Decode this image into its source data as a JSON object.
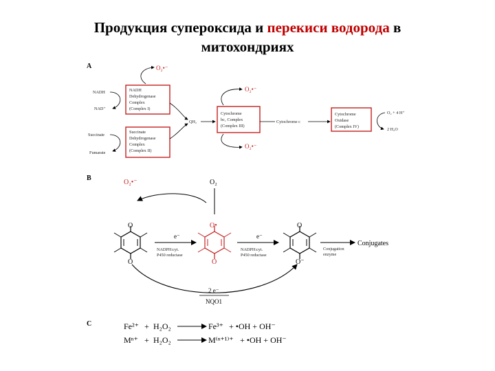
{
  "title": {
    "part1": "Продукция супероксида и ",
    "part2_red": "перекиси водорода",
    "part3": " в",
    "line2": "митохондриях"
  },
  "colors": {
    "red": "#c41e1e",
    "black": "#000000"
  },
  "panel_a": {
    "label": "A",
    "superoxide": "O₂•⁻",
    "nadh": "NADH",
    "nad": "NAD⁺",
    "succinate": "Succinate",
    "fumarate": "Fumarate",
    "complex1": [
      "NADH",
      "Dehydrogenase",
      "Complex",
      "(Complex I)"
    ],
    "complex2": [
      "Succinate",
      "Dehydrogenase",
      "Complex",
      "(Complex II)"
    ],
    "qh2": "QH₂",
    "complex3": [
      "Cytochrome",
      "bc₁ Complex",
      "(Complex III)"
    ],
    "cytc": "Cytochrome c",
    "complex4": [
      "Cytochrome",
      "Oxidase",
      "(Complex IV)"
    ],
    "o2_4h": "O₂ + 4 H⁺",
    "h2o": "2 H₂O"
  },
  "panel_b": {
    "label": "B",
    "superoxide": "O₂•⁻",
    "oxygen": "O₂",
    "e1": "e⁻",
    "e2": "e⁻",
    "enzyme1": [
      "NADPH:cyt.",
      "P450 reductase"
    ],
    "enzyme2": [
      "NADPH:cyt.",
      "P450 reductase"
    ],
    "conj_enzyme": [
      "Conjugation",
      "enzyme"
    ],
    "conjugates": "Conjugates",
    "two_e": "2 e⁻",
    "nqo1": "NQO1",
    "q_o": "O",
    "sq_top": "O•",
    "hq_bottom": "O⁻"
  },
  "panel_c": {
    "label": "C",
    "r1_reactant": "Fe²⁺",
    "r1_plus": "+",
    "r1_h2o2": "H₂O₂",
    "r1_product": "Fe³⁺",
    "r1_rest": "+  •OH + OH⁻",
    "r2_reactant": "Mⁿ⁺",
    "r2_plus": "+",
    "r2_h2o2": "H₂O₂",
    "r2_product": "M⁽ⁿ⁺¹⁾⁺",
    "r2_rest": "+  •OH + OH⁻"
  }
}
